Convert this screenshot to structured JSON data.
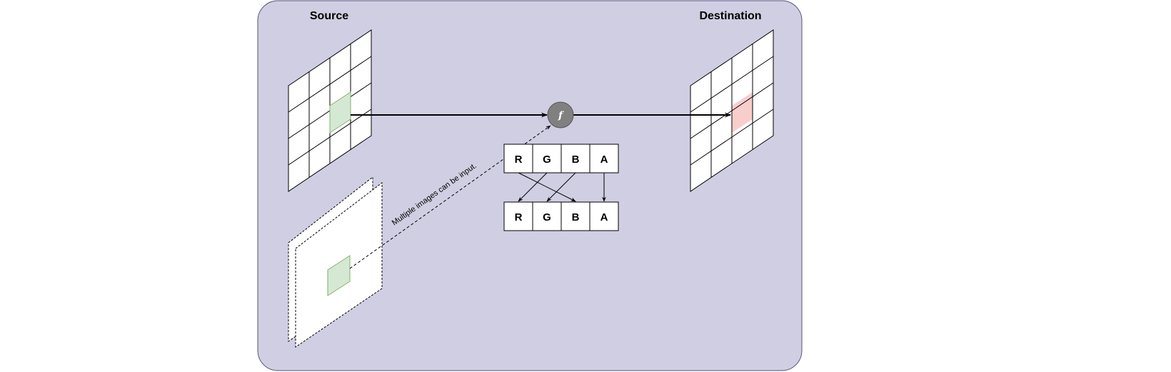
{
  "source": {
    "title": "Source"
  },
  "destination": {
    "title": "Destination"
  },
  "function_node": {
    "symbol": "f",
    "icon": "function-icon"
  },
  "channels_top": [
    "R",
    "G",
    "B",
    "A"
  ],
  "channels_bottom": [
    "R",
    "G",
    "B",
    "A"
  ],
  "multi_input_note": "Multiple images can be input.",
  "colors": {
    "panel_fill": "#d0cee2",
    "panel_stroke": "#56517e",
    "source_highlight": "#d5e8d4",
    "source_highlight_stroke": "#82b366",
    "dest_highlight": "#f8cecc",
    "function_fill": "#808080"
  }
}
